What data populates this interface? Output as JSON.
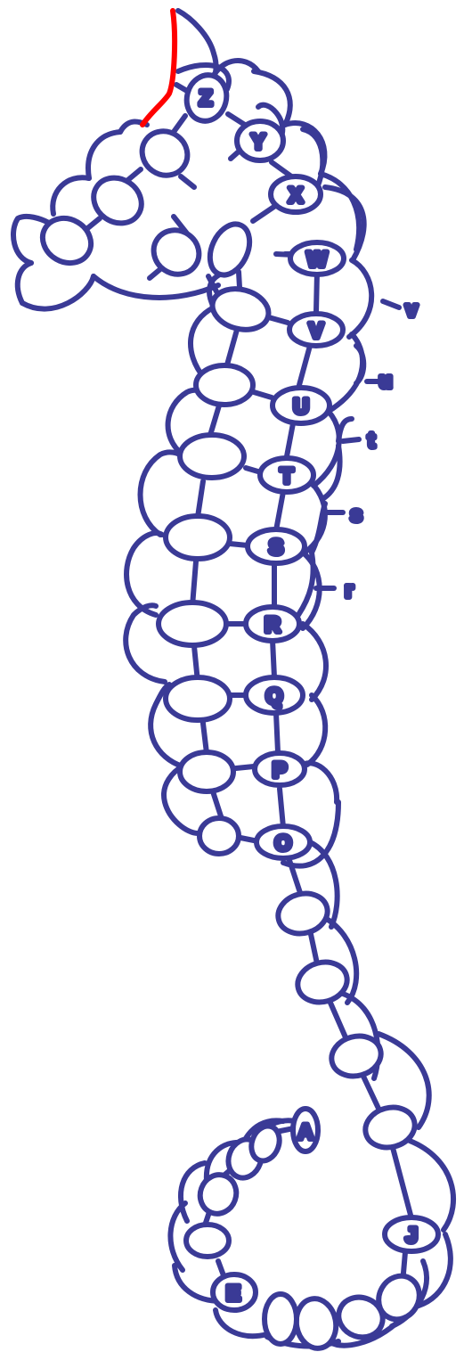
{
  "colors": {
    "stroke": "#3a3a96",
    "highlight": "#ff0000",
    "text": "#000000"
  },
  "labels": {
    "A": "A",
    "E": "E",
    "J": "J",
    "O": "O",
    "P": "P",
    "Q": "Q",
    "R": "R",
    "S": "S",
    "T": "T",
    "U": "U",
    "V": "V",
    "W": "W",
    "X": "X",
    "Y": "Y",
    "Z": "Z",
    "r": "r",
    "s": "s",
    "t": "t",
    "u": "u",
    "v": "v"
  }
}
